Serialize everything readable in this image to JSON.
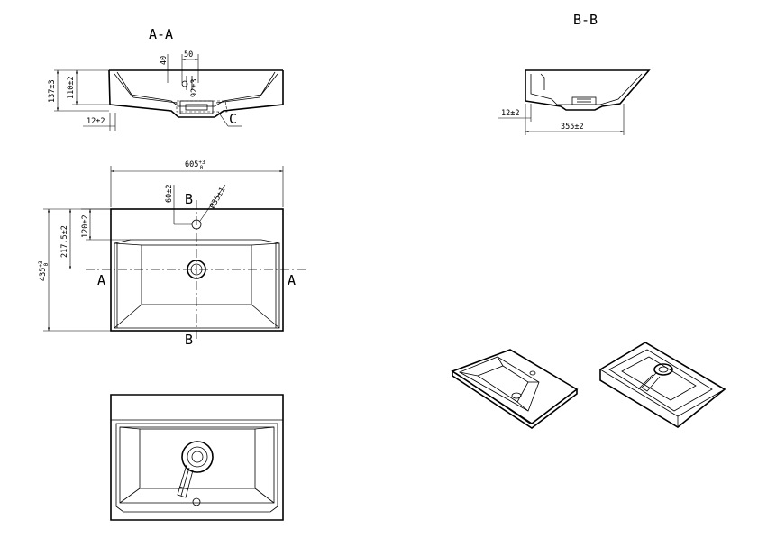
{
  "sections": {
    "aa": "A-A",
    "bb": "B-B"
  },
  "markers": {
    "a": "A",
    "b": "B",
    "c": "C"
  },
  "dimensions": {
    "overall_height": "137±3",
    "bowl_depth": "110±2",
    "waste_offset_x": "50",
    "waste_offset_y": "40",
    "waste_depth": "92±3",
    "rim_thickness": "12±2",
    "width": "605",
    "width_tol_upper": "+3",
    "width_tol_lower": "0",
    "tap_hole_offset": "60±2",
    "tap_hole_diameter": "Ø35±1",
    "to_waste_center": "120±2",
    "depth_to_center": "217.5±2",
    "overall_depth": "435",
    "depth_tol_upper": "+3",
    "depth_tol_lower": "0",
    "bb_rim": "12±2",
    "bb_length": "355±2"
  }
}
